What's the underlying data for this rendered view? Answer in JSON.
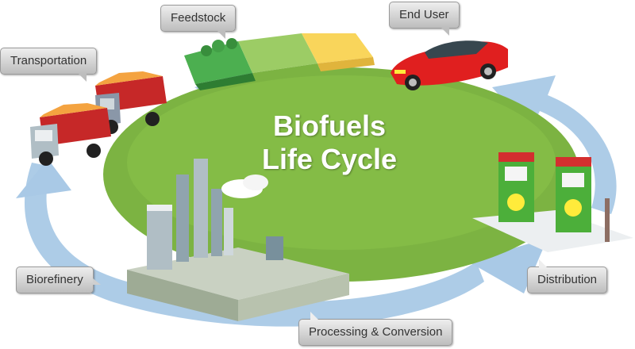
{
  "diagram": {
    "title_line1": "Biofuels",
    "title_line2": "Life Cycle",
    "stages": [
      {
        "label": "Feedstock"
      },
      {
        "label": "End User"
      },
      {
        "label": "Transportation"
      },
      {
        "label": "Biorefinery"
      },
      {
        "label": "Processing & Conversion"
      },
      {
        "label": "Distribution"
      }
    ]
  },
  "colors": {
    "ground_green": "#7cb342",
    "cycle_arrow_blue": "#a9c9e6",
    "car_red": "#e01f1f",
    "pump_green": "#4caf3a",
    "pump_red": "#d32f2f",
    "truck_red": "#c62828",
    "truck_cab_gray": "#8a97a8",
    "callout_gray": "#d6d6d6"
  },
  "icons": [
    "crop-field-icon",
    "red-car-icon",
    "grain-truck-icon",
    "refinery-icon",
    "fuel-pump-icon"
  ]
}
